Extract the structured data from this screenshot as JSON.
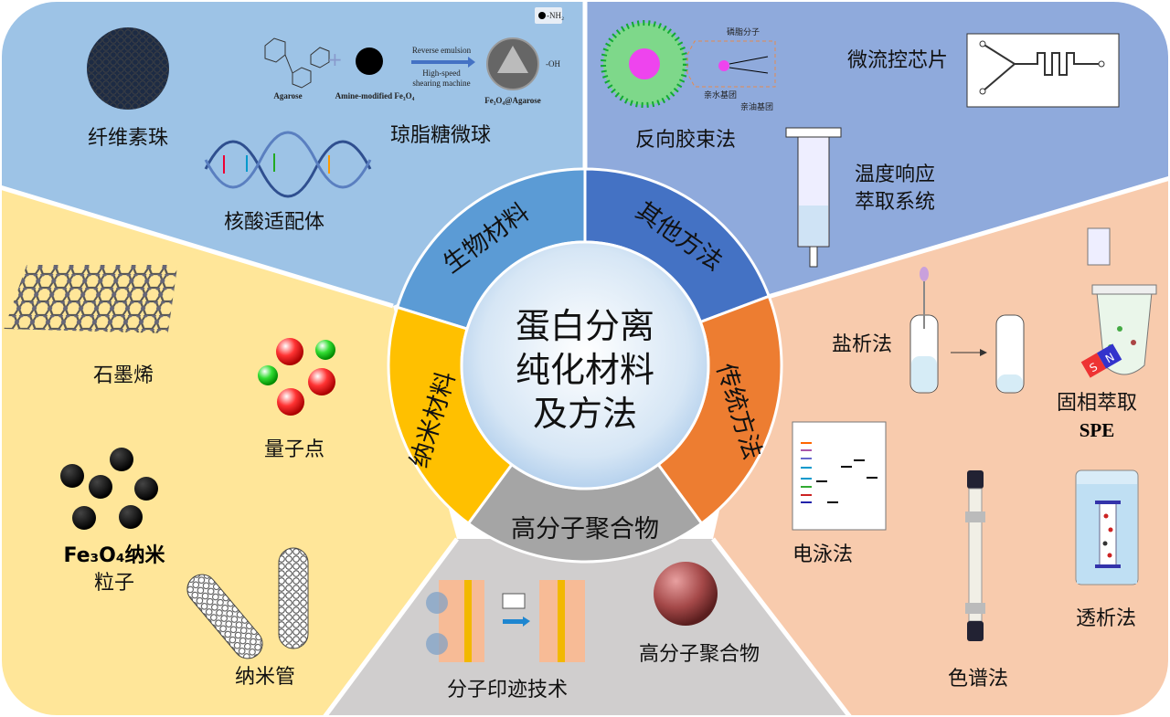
{
  "title": {
    "line1": "蛋白分离",
    "line2": "纯化材料",
    "line3": "及方法"
  },
  "ring": {
    "bio": "生物材料",
    "other": "其他方法",
    "traditional": "传统方法",
    "polymer": "高分子聚合物",
    "nano": "纳米材料"
  },
  "bio": {
    "cellulose": "纤维素珠",
    "agarose": "琼脂糖微球",
    "aptamer": "核酸适配体",
    "scheme": {
      "agarose": "Agarose",
      "amine": "Amine-modified Fe₃O₄",
      "step1": "Reverse emulsion",
      "step2": "High-speed",
      "step3": "shearing machine",
      "product": "Fe₃O₄@Agarose",
      "nh2": "-NH₂",
      "oh": "-OH"
    }
  },
  "other": {
    "micelle": "反向胶束法",
    "micelle_labels": {
      "phospholipid": "磷脂分子",
      "hydrophilic": "亲水基团",
      "lipophilic": "亲油基团"
    },
    "microfluidic": "微流控芯片",
    "thermo1": "温度响应",
    "thermo2": "萃取系统"
  },
  "traditional": {
    "salting": "盐析法",
    "spe1": "固相萃取",
    "spe2": "SPE",
    "electro": "电泳法",
    "dialysis": "透析法",
    "chroma": "色谱法",
    "magnet_s": "S",
    "magnet_n": "N"
  },
  "polymer": {
    "imprint": "分子印迹技术",
    "polymer": "高分子聚合物"
  },
  "nano": {
    "graphene": "石墨烯",
    "qd": "量子点",
    "fe3o4_1": "Fe₃O₄纳米",
    "fe3o4_2": "粒子",
    "tube": "纳米管"
  },
  "colors": {
    "bio_bg": "#9dc3e6",
    "other_bg": "#8faadc",
    "trad_bg": "#f8cbad",
    "poly_bg": "#d0cece",
    "nano_bg": "#ffe699",
    "bio_ring": "#5b9bd5",
    "other_ring": "#4472c4",
    "trad_ring": "#ed7d31",
    "poly_ring": "#a5a5a5",
    "nano_ring": "#ffc000"
  }
}
